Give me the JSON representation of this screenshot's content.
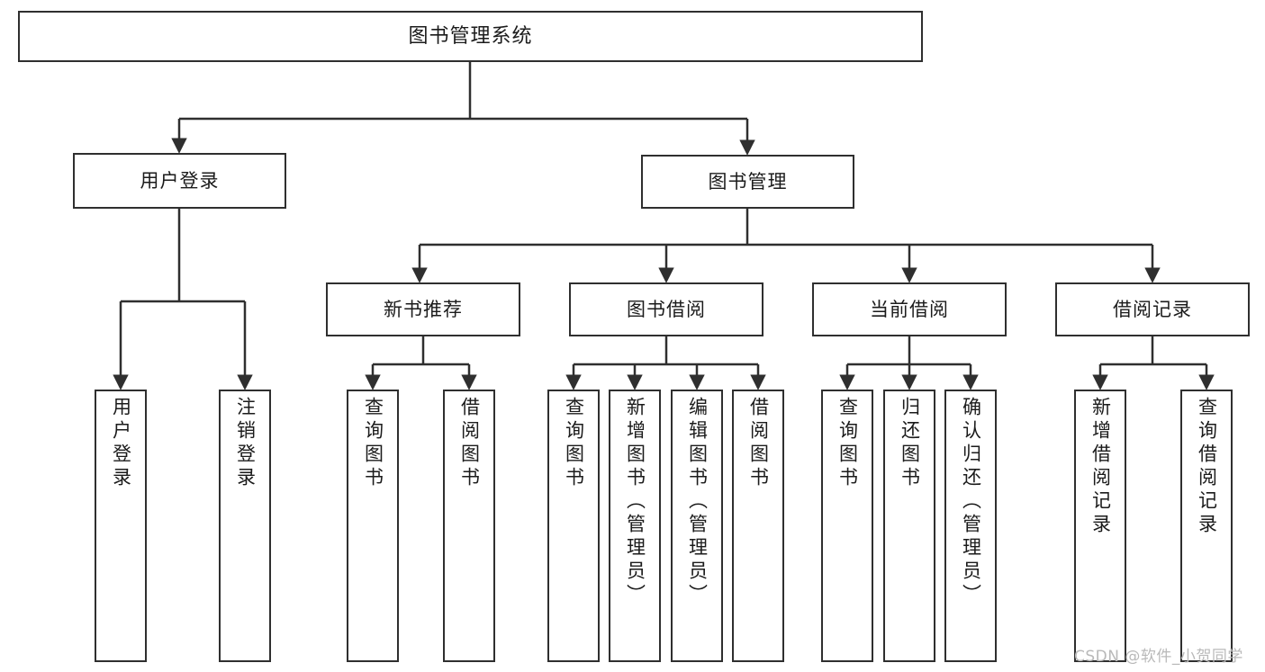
{
  "diagram": {
    "title": "图书管理系统",
    "type": "tree-hierarchy-chart",
    "root": {
      "label": "图书管理系统"
    },
    "level2": [
      {
        "label": "用户登录"
      },
      {
        "label": "图书管理"
      }
    ],
    "level3": [
      {
        "label": "新书推荐"
      },
      {
        "label": "图书借阅"
      },
      {
        "label": "当前借阅"
      },
      {
        "label": "借阅记录"
      }
    ],
    "leaves": {
      "user_login": [
        {
          "label": "用户登录"
        },
        {
          "label": "注销登录"
        }
      ],
      "new_book_recommend": [
        {
          "label": "查询图书"
        },
        {
          "label": "借阅图书"
        }
      ],
      "book_borrow": [
        {
          "label": "查询图书"
        },
        {
          "label": "新增图书（管理员）"
        },
        {
          "label": "编辑图书（管理员）"
        },
        {
          "label": "借阅图书"
        }
      ],
      "current_borrow": [
        {
          "label": "查询图书"
        },
        {
          "label": "归还图书"
        },
        {
          "label": "确认归还（管理员）"
        }
      ],
      "borrow_record": [
        {
          "label": "新增借阅记录"
        },
        {
          "label": "查询借阅记录"
        }
      ]
    }
  },
  "watermark": {
    "text": "CSDN @软件_小贺同学"
  },
  "colors": {
    "stroke": "#2f2f2f",
    "fill": "#ffffff",
    "text": "#1b1b1b",
    "watermark": "#b9b9b9"
  }
}
